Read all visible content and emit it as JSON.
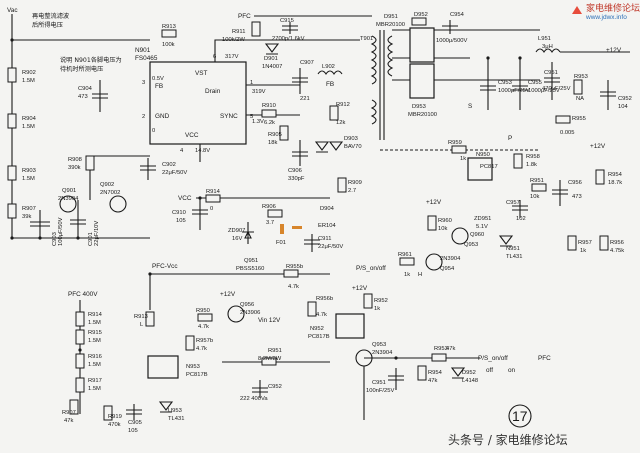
{
  "figure_number": "17",
  "logo": {
    "name": "家电维修论坛",
    "url": "www.jdwx.info"
  },
  "watermark": "头条号 / 家电维修论坛",
  "notes": {
    "top_left_title": [
      "Vac",
      "再电整流滤波",
      "后所得电压"
    ],
    "ic_note": [
      "说明 N901各脚电压为",
      "待机时所测电压"
    ]
  },
  "ic_main": {
    "ref": "N901",
    "part": "FS0465",
    "pins": [
      "FB",
      "VST",
      "Drain",
      "GND",
      "VCC",
      "SYNC"
    ],
    "pin_numbers": [
      "3",
      "6",
      "1",
      "2",
      "4",
      "5"
    ],
    "pin_voltages": [
      "0.5V",
      "317V",
      "319V",
      "0",
      "14.8V",
      "1.3V"
    ]
  },
  "power_nets": {
    "pfc": "PFC",
    "vcc": "VCC",
    "pfc_vcc": "PFC-Vcc",
    "pfc_400": "PFC 400V",
    "p12": "+12V",
    "vin12": "Vin 12V",
    "p": "P",
    "s": "S"
  },
  "signals": {
    "ps_onoff_left": [
      "P/S_on/off",
      "L",
      "H"
    ],
    "ps_onoff_right": [
      "P/S_on/off",
      "PFC",
      "off",
      "on"
    ]
  },
  "components": [
    {
      "ref": "R902",
      "value": "1.5M"
    },
    {
      "ref": "R904",
      "value": "1.5M"
    },
    {
      "ref": "R903",
      "value": "1.5M"
    },
    {
      "ref": "R907",
      "value": "39k"
    },
    {
      "ref": "C903",
      "value": "100μF/50V"
    },
    {
      "ref": "C901",
      "value": "22μF/10V"
    },
    {
      "ref": "C904",
      "value": "473"
    },
    {
      "ref": "R908",
      "value": "390k"
    },
    {
      "ref": "C902",
      "value": "22μF/50V"
    },
    {
      "ref": "Q901",
      "value": "2N3904"
    },
    {
      "ref": "Q902",
      "value": "2N7002"
    },
    {
      "ref": "R913",
      "value": "100k"
    },
    {
      "ref": "R911",
      "value": "100k/2W"
    },
    {
      "ref": "C915",
      "value": "2700p/1.6kV"
    },
    {
      "ref": "D901",
      "value": "1N4007"
    },
    {
      "ref": "C907",
      "value": "221"
    },
    {
      "ref": "L902",
      "value": ""
    },
    {
      "ref": "R910",
      "value": "6.2k"
    },
    {
      "ref": "R905",
      "value": "18k"
    },
    {
      "ref": "C906",
      "value": "330pF"
    },
    {
      "ref": "R912",
      "value": "12k"
    },
    {
      "ref": "D903",
      "value": "BAV70"
    },
    {
      "ref": "R914",
      "value": "0"
    },
    {
      "ref": "C910",
      "value": "105"
    },
    {
      "ref": "R906",
      "value": "3.7"
    },
    {
      "ref": "D904",
      "value": "ER104"
    },
    {
      "ref": "C911",
      "value": "22μF/50V"
    },
    {
      "ref": "ZD907",
      "value": "16V"
    },
    {
      "ref": "F01",
      "value": ""
    },
    {
      "ref": "R909",
      "value": "2.7"
    },
    {
      "ref": "T901",
      "value": ""
    },
    {
      "ref": "D951",
      "value": "MBR20100"
    },
    {
      "ref": "D952",
      "value": ""
    },
    {
      "ref": "C954",
      "value": "1000μ/500V"
    },
    {
      "ref": "D953",
      "value": "MBR20100"
    },
    {
      "ref": "L951",
      "value": "3μH"
    },
    {
      "ref": "C953",
      "value": "1000μF/25V"
    },
    {
      "ref": "C955",
      "value": "1000μF/25V"
    },
    {
      "ref": "C951",
      "value": "470μF/25V"
    },
    {
      "ref": "R953",
      "value": "NA"
    },
    {
      "ref": "C952",
      "value": "104"
    },
    {
      "ref": "R955",
      "value": "0.005"
    },
    {
      "ref": "R959",
      "value": "1k"
    },
    {
      "ref": "N950",
      "value": "PC817"
    },
    {
      "ref": "R958",
      "value": "1.8k"
    },
    {
      "ref": "R951",
      "value": "10k"
    },
    {
      "ref": "C957",
      "value": "102"
    },
    {
      "ref": "C956",
      "value": "473"
    },
    {
      "ref": "R954",
      "value": "18.7k"
    },
    {
      "ref": "R960",
      "value": "10k"
    },
    {
      "ref": "ZD951",
      "value": "5.1V"
    },
    {
      "ref": "Q960",
      "value": "2N3904"
    },
    {
      "ref": "Q953",
      "value": ""
    },
    {
      "ref": "N951",
      "value": "TL431"
    },
    {
      "ref": "R957",
      "value": "1k"
    },
    {
      "ref": "R956",
      "value": "4.75k"
    },
    {
      "ref": "R961",
      "value": "1k"
    },
    {
      "ref": "Q954",
      "value": "2N3904"
    },
    {
      "ref": "Q951",
      "value": "PBSS5160"
    },
    {
      "ref": "R955b",
      "value": "4.7k"
    },
    {
      "ref": "R950",
      "value": "4.7k"
    },
    {
      "ref": "Q956",
      "value": "2N3906"
    },
    {
      "ref": "R956b",
      "value": "4.7k"
    },
    {
      "ref": "N952",
      "value": "PC817B"
    },
    {
      "ref": "R952",
      "value": "1k"
    },
    {
      "ref": "R957b",
      "value": "4.7k"
    },
    {
      "ref": "N953",
      "value": "PC817B"
    },
    {
      "ref": "R951b",
      "value": "8.2M/2W"
    },
    {
      "ref": "Q953b",
      "value": "2N3904"
    },
    {
      "ref": "R953b",
      "value": "47k"
    },
    {
      "ref": "R954b",
      "value": "47k"
    },
    {
      "ref": "D952",
      "value": "L4148"
    },
    {
      "ref": "C951b",
      "value": "100nF/25V"
    },
    {
      "ref": "C952b",
      "value": "222 400Va"
    },
    {
      "ref": "R914b",
      "value": "1.5M"
    },
    {
      "ref": "R915",
      "value": "1.5M"
    },
    {
      "ref": "R916",
      "value": "1.5M"
    },
    {
      "ref": "R917",
      "value": "1.5M"
    },
    {
      "ref": "R907b",
      "value": "47k"
    },
    {
      "ref": "R919",
      "value": "470k"
    },
    {
      "ref": "C905",
      "value": "105"
    },
    {
      "ref": "U953",
      "value": "TL431"
    }
  ]
}
